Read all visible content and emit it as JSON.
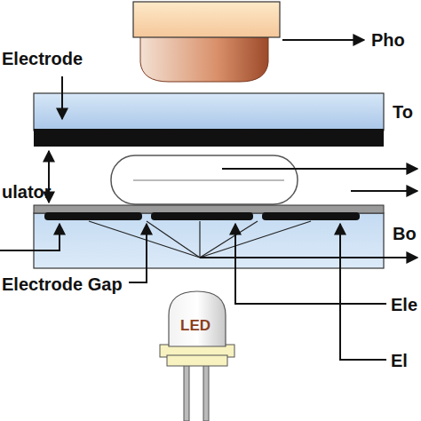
{
  "diagram": {
    "labels": [
      "Pho",
      "Electrode",
      "To",
      "ulator",
      "Bo",
      "Electrode Gap",
      "LED",
      "Ele",
      "El"
    ]
  }
}
